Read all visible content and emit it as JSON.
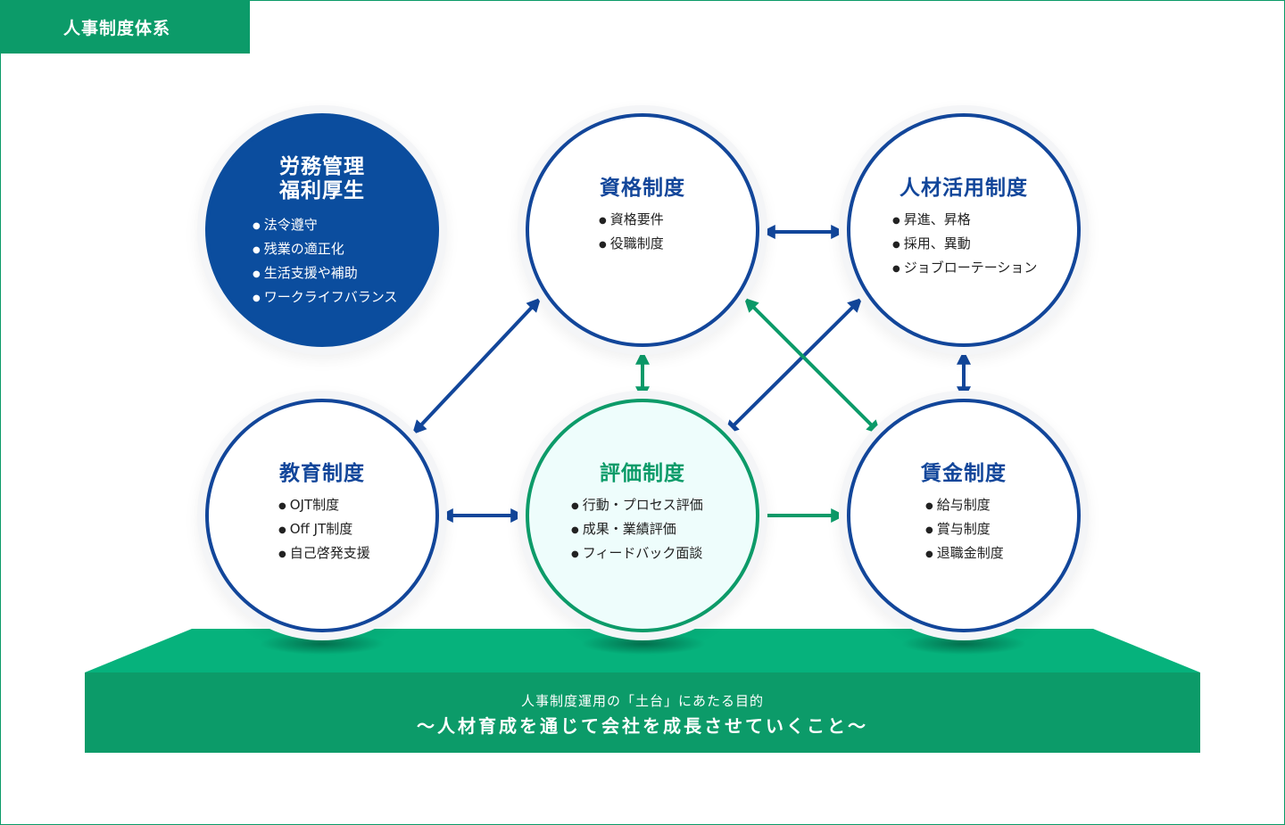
{
  "header": {
    "tag_label": "人事制度体系"
  },
  "nodes": {
    "labor": {
      "title_1": "労務管理",
      "title_2": "福利厚生",
      "items": [
        "法令遵守",
        "残業の適正化",
        "生活支援や補助",
        "ワークライフバランス"
      ]
    },
    "qualification": {
      "title": "資格制度",
      "items": [
        "資格要件",
        "役職制度"
      ]
    },
    "talent": {
      "title": "人材活用制度",
      "items": [
        "昇進、昇格",
        "採用、異動",
        "ジョブローテーション"
      ]
    },
    "education": {
      "title": "教育制度",
      "items": [
        "OJT制度",
        "Off JT制度",
        "自己啓発支援"
      ]
    },
    "evaluation": {
      "title": "評価制度",
      "items": [
        "行動・プロセス評価",
        "成果・業績評価",
        "フィードバック面談"
      ]
    },
    "wage": {
      "title": "賃金制度",
      "items": [
        "給与制度",
        "賞与制度",
        "退職金制度"
      ]
    }
  },
  "foundation": {
    "subtitle": "人事制度運用の「土台」にあたる目的",
    "title": "～人材育成を通じて会社を成長させていくこと～"
  },
  "colors": {
    "blue": "#12469a",
    "navy_fill": "#0b4d9e",
    "green": "#0c9b69",
    "light_green": "#eefdfc"
  }
}
